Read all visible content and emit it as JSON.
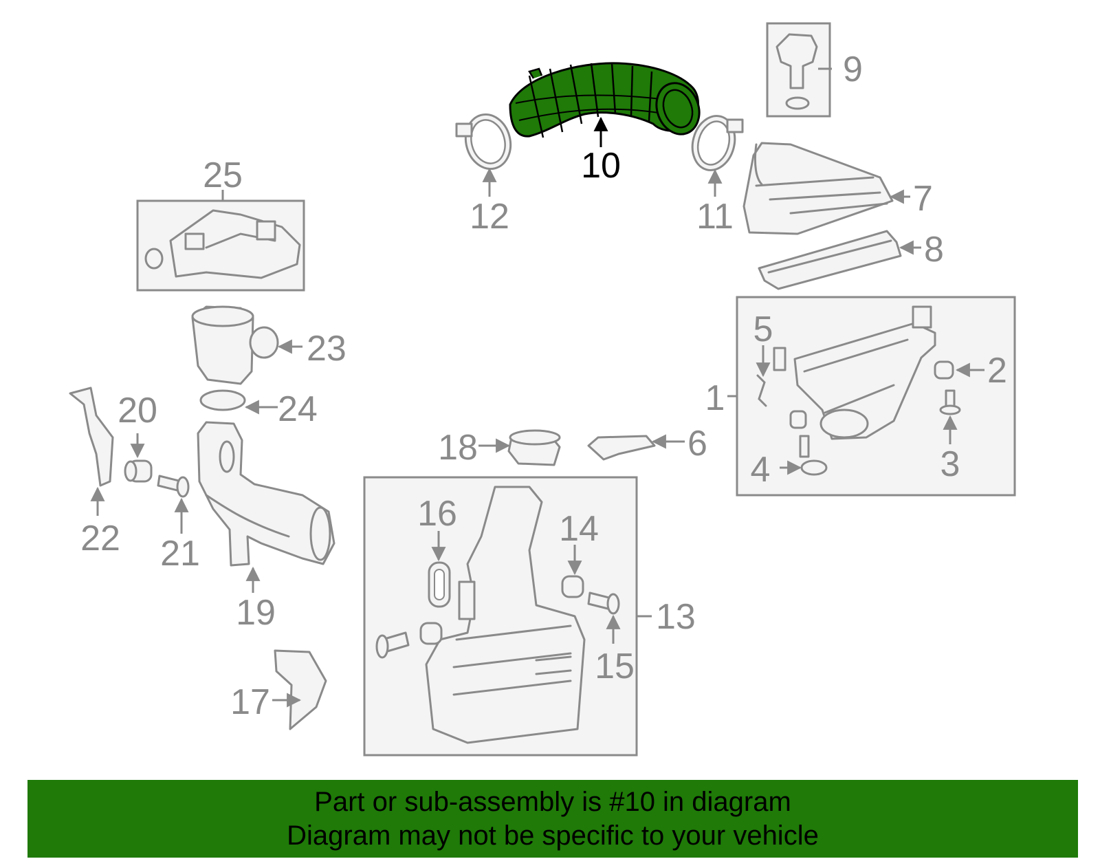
{
  "diagram": {
    "highlight_color": "#1f7a08",
    "callouts": [
      "1",
      "2",
      "3",
      "4",
      "5",
      "6",
      "7",
      "8",
      "9",
      "10",
      "11",
      "12",
      "13",
      "14",
      "15",
      "16",
      "17",
      "18",
      "19",
      "20",
      "21",
      "22",
      "23",
      "24",
      "25"
    ],
    "highlighted_callout": "10"
  },
  "banner": {
    "line1": "Part or sub-assembly is #10 in diagram",
    "line2": "Diagram may not be specific to your vehicle",
    "background": "#1f7a08"
  }
}
